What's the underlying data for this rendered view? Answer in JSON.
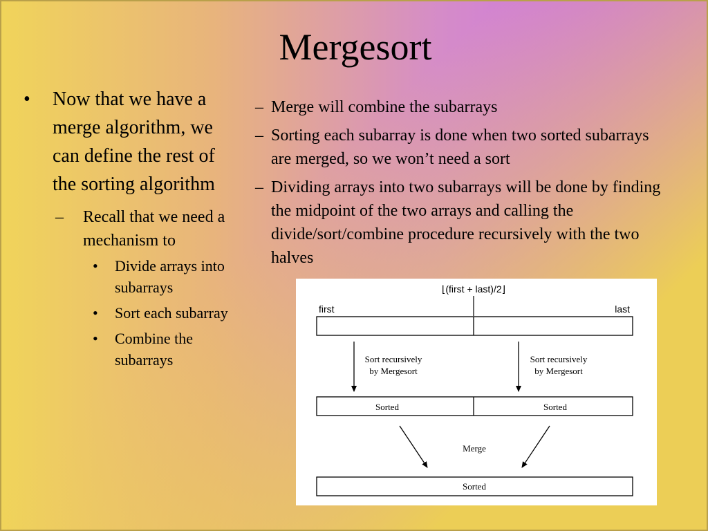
{
  "slide": {
    "title": "Mergesort",
    "left": {
      "bullet_glyph": "•",
      "main_bullet": "Now that we have a merge algorithm, we can define the rest of the sorting algorithm",
      "sub_glyph": "–",
      "sub_bullet": "Recall that we need a mechanism to",
      "subsub_glyph": "•",
      "subsub_bullets": [
        "Divide arrays into subarrays",
        "Sort each subarray",
        "Combine the subarrays"
      ]
    },
    "right": {
      "dash_glyph": "–",
      "bullets": [
        "Merge will combine the subarrays",
        "Sorting each subarray is done when two sorted subarrays are merged, so we won’t need a sort",
        "Dividing arrays into two subarrays will be done by finding the midpoint of the two arrays and calling the divide/sort/combine procedure recursively with the two halves"
      ]
    }
  },
  "diagram": {
    "midpoint_label": "⌊(first + last)/2⌋",
    "first_label": "first",
    "last_label": "last",
    "sort_label_line1": "Sort recursively",
    "sort_label_line2": "by Mergesort",
    "sorted_label": "Sorted",
    "merge_label": "Merge"
  }
}
